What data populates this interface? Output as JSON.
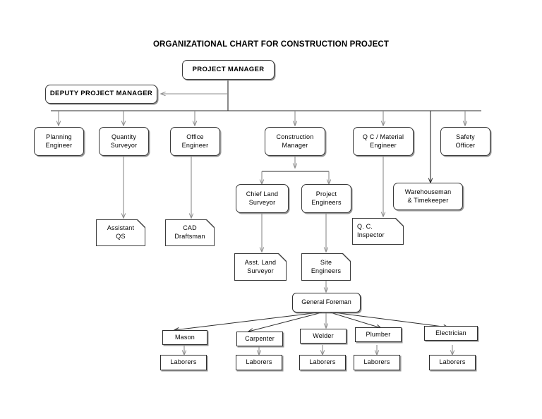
{
  "chart": {
    "title": "ORGANIZATIONAL CHART FOR CONSTRUCTION PROJECT",
    "nodes": {
      "project_manager": "PROJECT MANAGER",
      "deputy_project_manager": "DEPUTY PROJECT MANAGER",
      "planning_engineer": "Planning\nEngineer",
      "quantity_surveyor": "Quantity\nSurveyor",
      "office_engineer": "Office\nEngineer",
      "construction_manager": "Construction\nManager",
      "qc_material_engineer": "Q C / Material\nEngineer",
      "safety_officer": "Safety\nOfficer",
      "chief_land_surveyor": "Chief Land\nSurveyor",
      "project_engineers": "Project\nEngineers",
      "warehouseman_timekeeper": "Warehouseman\n& Timekeeper",
      "assistant_qs": "Assistant\nQS",
      "cad_draftsman": "CAD\nDraftsman",
      "qc_inspector": "Q. C.\nInspector",
      "asst_land_surveyor": "Asst. Land\nSurveyor",
      "site_engineers": "Site\nEngineers",
      "general_foreman": "General Foreman",
      "mason": "Mason",
      "carpenter": "Carpenter",
      "welder": "Welder",
      "plumber": "Plumber",
      "electrician": "Electrician",
      "laborers_mason": "Laborers",
      "laborers_carpenter": "Laborers",
      "laborers_welder": "Laborers",
      "laborers_plumber": "Laborers",
      "laborers_electrician": "Laborers"
    },
    "colors": {
      "line_gray": "#8d8d8d",
      "line_dark": "#2b2b2b",
      "box_border": "#3a3a3a",
      "shadow": "#9a9a9a",
      "text": "#000000",
      "background": "#ffffff"
    }
  }
}
